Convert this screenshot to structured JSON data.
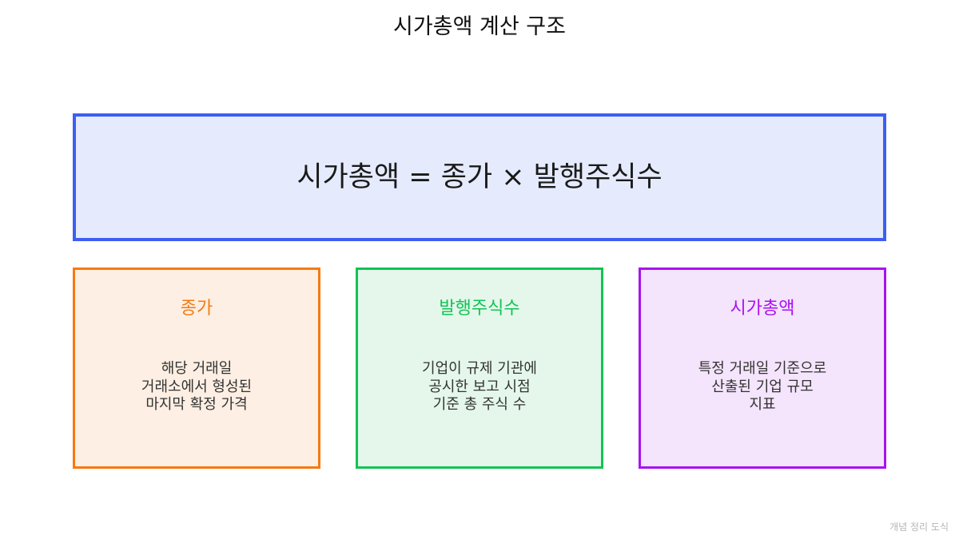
{
  "title": "시가총액 계산 구조",
  "formula": "시가총액 = 종가 × 발행주식수",
  "cards": [
    {
      "title": "종가",
      "lines": [
        "해당 거래일",
        "거래소에서 형성된",
        "마지막 확정 가격"
      ],
      "color": "#f57a12",
      "background": "#fdefe3"
    },
    {
      "title": "발행주식수",
      "lines": [
        "기업이 규제 기관에",
        "공시한 보고 시점",
        "기준 총 주식 수"
      ],
      "color": "#12c356",
      "background": "#e4f7ea"
    },
    {
      "title": "시가총액",
      "lines": [
        "특정 거래일 기준으로",
        "산출된 기업 규모",
        "지표"
      ],
      "color": "#a812ef",
      "background": "#f4e4fc"
    }
  ],
  "formula_box": {
    "border_color": "#3d5ef0",
    "background": "#e5ebfd"
  },
  "footer": "개념 정리 도식"
}
